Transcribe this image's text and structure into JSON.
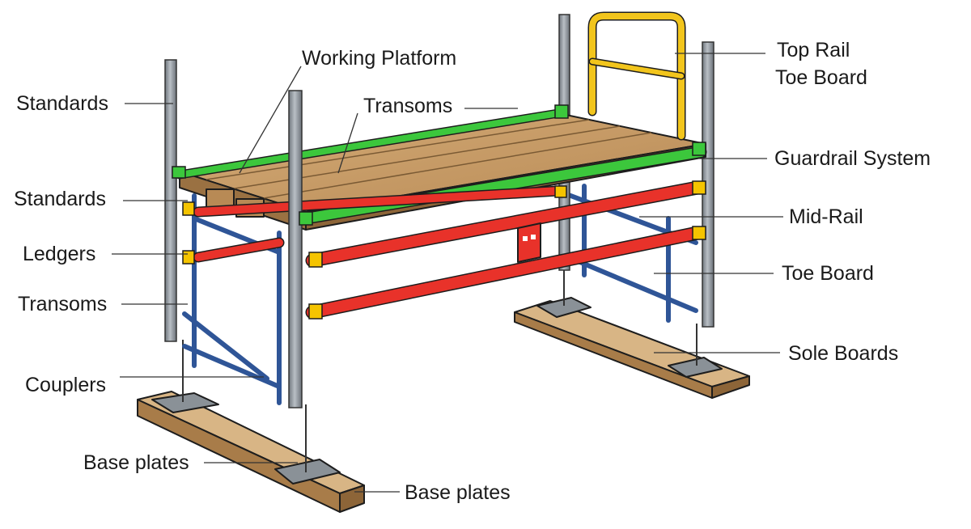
{
  "labels": {
    "working_platform": "Working Platform",
    "transoms_top": "Transoms",
    "top_rail": "Top Rail",
    "toe_board_top": "Toe Board",
    "standards_top": "Standards",
    "standards_mid": "Standards",
    "ledgers": "Ledgers",
    "transoms_left": "Transoms",
    "couplers": "Couplers",
    "base_plates_left": "Base plates",
    "base_plates_bottom": "Base plates",
    "guardrail_system": "Guardrail System",
    "mid_rail": "Mid-Rail",
    "toe_board_right": "Toe Board",
    "sole_boards": "Sole Boards"
  },
  "colors": {
    "steel": "#8e959c",
    "frame_blue": "#2f5597",
    "guardrail_green": "#3cc73c",
    "rail_red": "#e8322a",
    "top_rail_yellow": "#f2c51c",
    "coupler_yellow": "#f5c400",
    "wood": "#c79b66",
    "wood_dark": "#9a7142"
  }
}
